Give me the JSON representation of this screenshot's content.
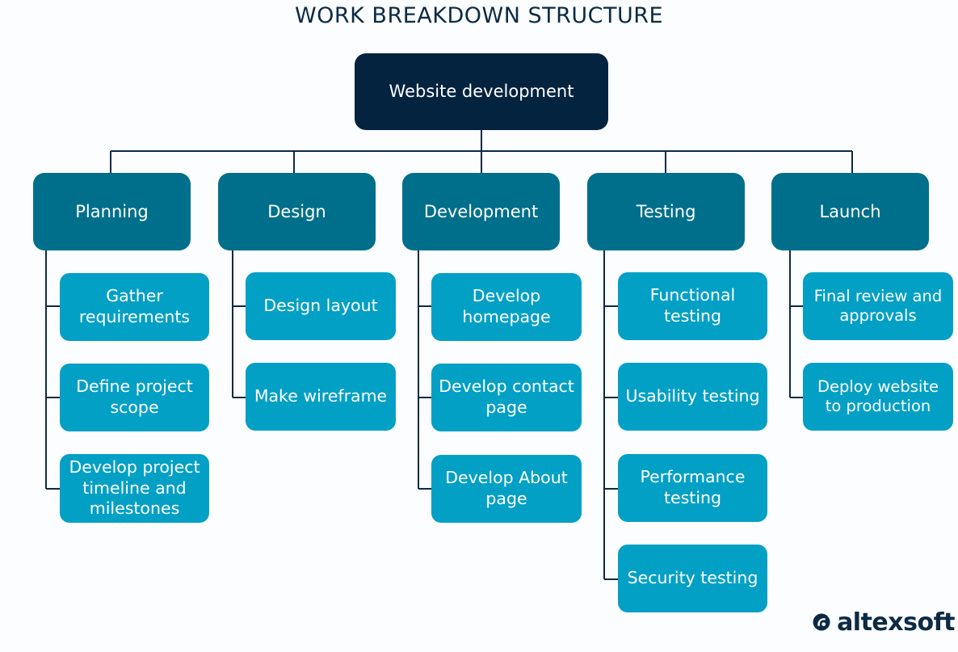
{
  "title": "WORK BREAKDOWN STRUCTURE",
  "root": "Website development",
  "phases": [
    {
      "label": "Planning",
      "tasks": [
        "Gather requirements",
        "Define project scope",
        "Develop project timeline and milestones"
      ]
    },
    {
      "label": "Design",
      "tasks": [
        "Design layout",
        "Make wireframe"
      ]
    },
    {
      "label": "Development",
      "tasks": [
        "Develop homepage",
        "Develop contact page",
        "Develop About page"
      ]
    },
    {
      "label": "Testing",
      "tasks": [
        "Functional testing",
        "Usability testing",
        "Performance testing",
        "Security testing"
      ]
    },
    {
      "label": "Launch",
      "tasks": [
        "Final review and approvals",
        "Deploy website to production"
      ]
    }
  ],
  "logo": {
    "text": "altexsoft"
  },
  "colors": {
    "root": "#03233f",
    "phase": "#006f8b",
    "task": "#03a0c6",
    "line": "#0c2a44",
    "title": "#0c2a44"
  }
}
